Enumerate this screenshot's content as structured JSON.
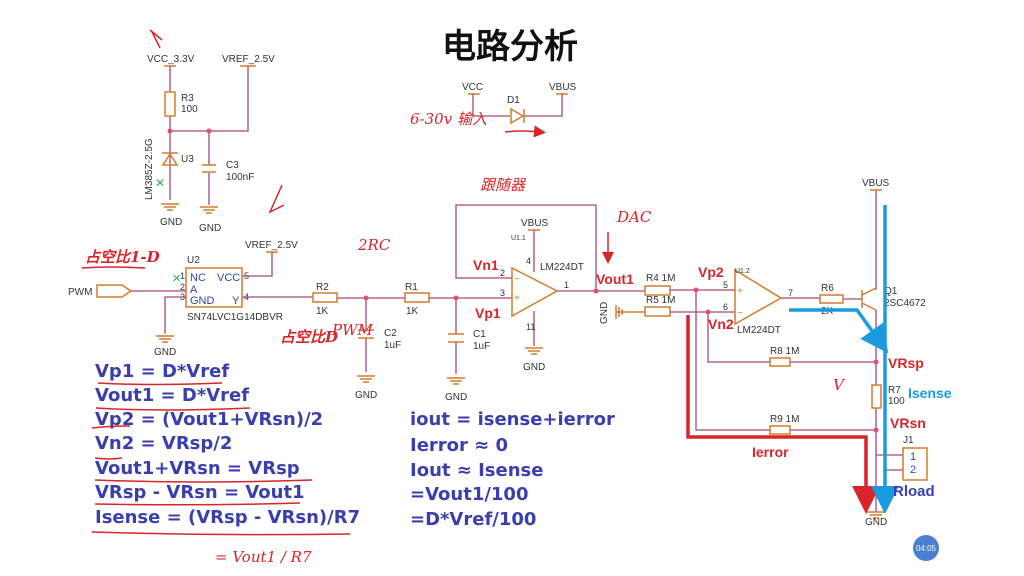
{
  "title": "电路分析",
  "colors": {
    "wire": "#a8497c",
    "component": "#d27c2c",
    "annotation": "#d8252a",
    "equation": "#3b3fae",
    "isense_path": "#1a9be0"
  },
  "reference": {
    "vcc": "VCC_3.3V",
    "vref": "VREF_2.5V",
    "r3": "R3",
    "r3_value": "100",
    "u3": "U3",
    "u3_part": "LM385Z-2.5G",
    "c3": "C3",
    "c3_value": "100nF",
    "gnd": "GND"
  },
  "supply": {
    "vcc": "VCC",
    "d1": "D1",
    "vbus": "VBUS",
    "note": "6-30v 输入"
  },
  "buffer": {
    "u2": "U2",
    "part": "SN74LVC1G14DBVR",
    "vref": "VREF_2.5V",
    "pins": [
      "1",
      "2",
      "3",
      "5",
      "4"
    ],
    "pin_names": [
      "NC",
      "A",
      "GND",
      "VCC",
      "Y"
    ],
    "pwm": "PWM",
    "gnd": "GND"
  },
  "filter": {
    "r2": "R2",
    "r2_value": "1K",
    "r1": "R1",
    "r1_value": "1K",
    "c2": "C2",
    "c2_value": "1uF",
    "c1": "C1",
    "c1_value": "1uF",
    "gnd": "GND"
  },
  "opamp1": {
    "ref": "U1.1",
    "part": "LM224DT",
    "vbus": "VBUS",
    "pins": [
      "2",
      "3",
      "4",
      "11",
      "1"
    ],
    "gnd": "GND"
  },
  "diffamp": {
    "r4": "R4 1M",
    "r5": "R5 1M",
    "gnd": "GND",
    "ref": "U1.2",
    "part": "LM224DT",
    "pins": [
      "5",
      "6",
      "7"
    ],
    "r6": "R6",
    "r6_value": "2K",
    "q1": "Q1",
    "q1_part": "2SC4672",
    "vbus": "VBUS",
    "r8": "R8 1M",
    "r9": "R9 1M",
    "r7": "R7",
    "r7_value": "100",
    "j1": "J1",
    "j1_pins": [
      "1",
      "2"
    ]
  },
  "labels": {
    "vn1": "Vn1",
    "vp1": "Vp1",
    "vout1": "Vout1",
    "vp2": "Vp2",
    "vn2": "Vn2",
    "vrsp": "VRsp",
    "vrsn": "VRsn",
    "ierror": "Ierror",
    "isense": "Isense",
    "rload": "Rload"
  },
  "handwriting": {
    "duty_1_d": "占空比1-D",
    "duty_d": "占空比D",
    "pwm": "PWM",
    "rc": "2RC",
    "follower": "跟随器",
    "dac": "DAC",
    "v": "V",
    "result": "= Vout1 / R7"
  },
  "equations_left": [
    "Vp1 = D*Vref",
    "Vout1 = D*Vref",
    "Vp2 = (Vout1+VRsn)/2",
    "Vn2 = VRsp/2",
    "Vout1+VRsn = VRsp",
    "VRsp - VRsn = Vout1",
    "Isense = (VRsp - VRsn)/R7"
  ],
  "equations_right": [
    "iout = isense+ierror",
    "Ierror ≈ 0",
    "Iout ≈ Isense",
    "=Vout1/100",
    "=D*Vref/100"
  ],
  "timestamp": "04:05"
}
